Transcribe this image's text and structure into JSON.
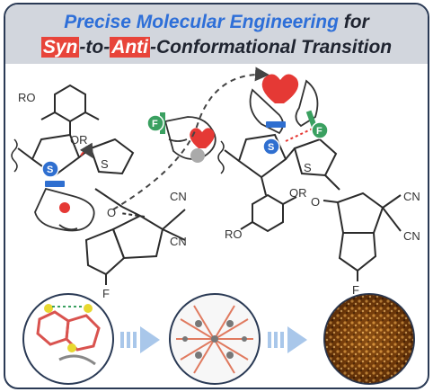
{
  "title": {
    "line1_blue": "Precise Molecular Engineering",
    "line1_rest": " for",
    "line2_syn": "Syn",
    "line2_to": "-to-",
    "line2_anti": "Anti",
    "line2_rest": "-Conformational Transition"
  },
  "labels": {
    "left_ro": "RO",
    "left_or": "OR",
    "left_s_chip": "S",
    "left_s_thio": "S",
    "left_cn_top": "CN",
    "left_cn_bottom": "CN",
    "left_o": "O",
    "left_f": "F",
    "hand_f_chip": "F",
    "right_s_chip": "S",
    "right_s_thio": "S",
    "right_f_chip": "F",
    "right_ro": "RO",
    "right_or": "OR",
    "right_o": "O",
    "right_cn_top": "CN",
    "right_cn_bottom": "CN",
    "right_f": "F"
  },
  "colors": {
    "title_blue": "#2e6fd8",
    "highlight_red": "#e8443a",
    "s_chip_blue": "#2f6fd0",
    "f_chip_green": "#3aa060",
    "heart_red": "#e53935",
    "arrow_blue": "#a9c7ea"
  },
  "icons": [
    "heart-icon",
    "hand-icon",
    "arrow-icon"
  ]
}
